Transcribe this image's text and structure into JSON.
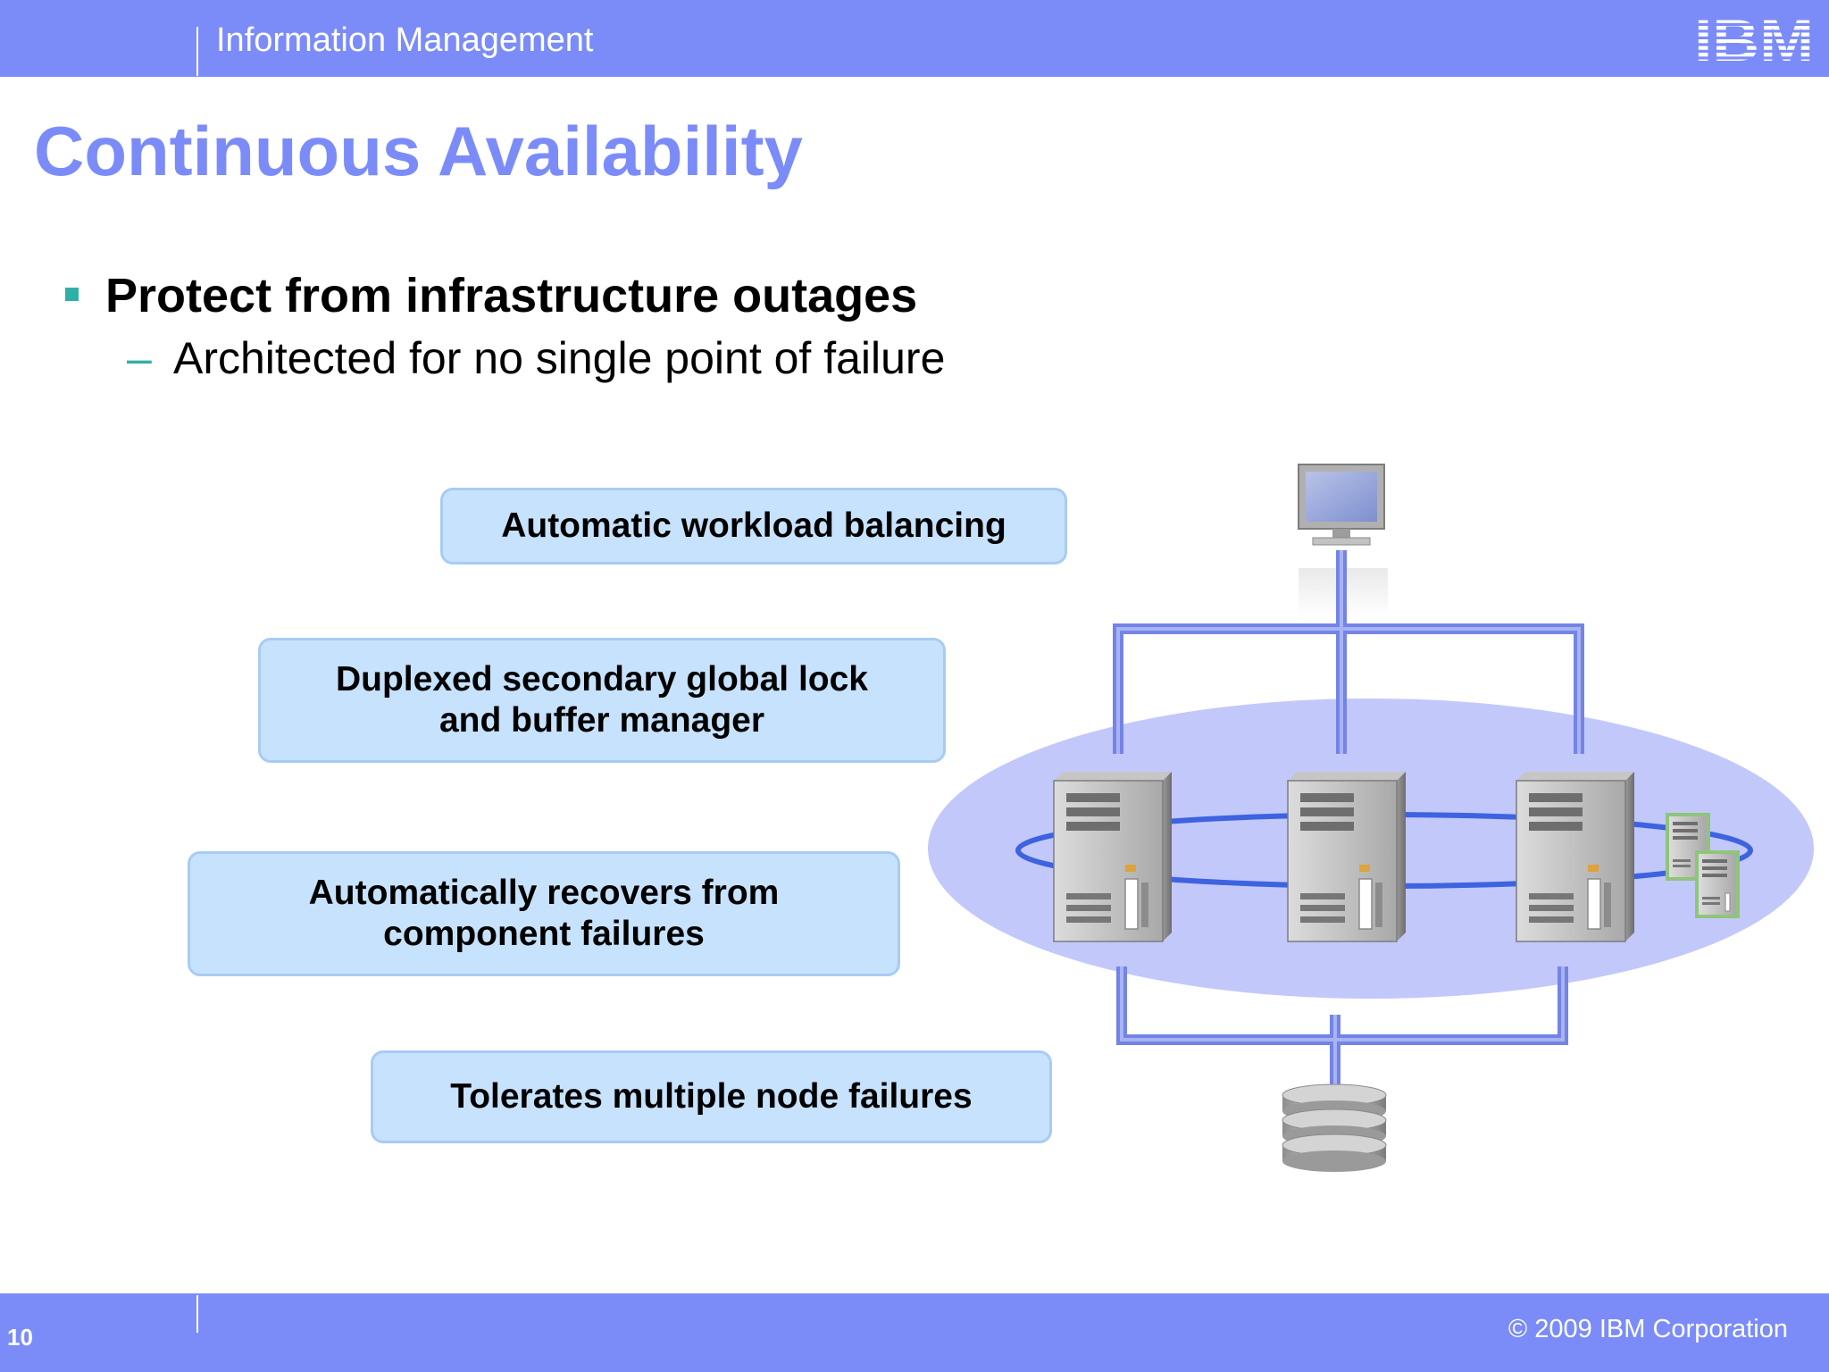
{
  "header": {
    "section": "Information Management",
    "logo_text": "IBM"
  },
  "slide": {
    "title": "Continuous Availability",
    "bullet": "Protect from infrastructure outages",
    "sub_bullet": "Architected for no single point of failure"
  },
  "features": [
    {
      "lines": [
        "Automatic workload balancing"
      ]
    },
    {
      "lines": [
        "Duplexed secondary global lock",
        "and buffer  manager"
      ]
    },
    {
      "lines": [
        "Automatically recovers from",
        "component failures"
      ]
    },
    {
      "lines": [
        "Tolerates multiple node failures"
      ]
    }
  ],
  "diagram": {
    "icons": [
      "monitor-icon",
      "server-icon",
      "database-icon"
    ]
  },
  "footer": {
    "page_number": "10",
    "copyright": "© 2009 IBM Corporation"
  },
  "colors": {
    "brand_bar": "#7b8cf9",
    "bullet_accent": "#2fb0a4",
    "feature_box": "#c7e2fd",
    "cluster_ellipse": "#c3c8fb",
    "connector": "#7384e6"
  }
}
